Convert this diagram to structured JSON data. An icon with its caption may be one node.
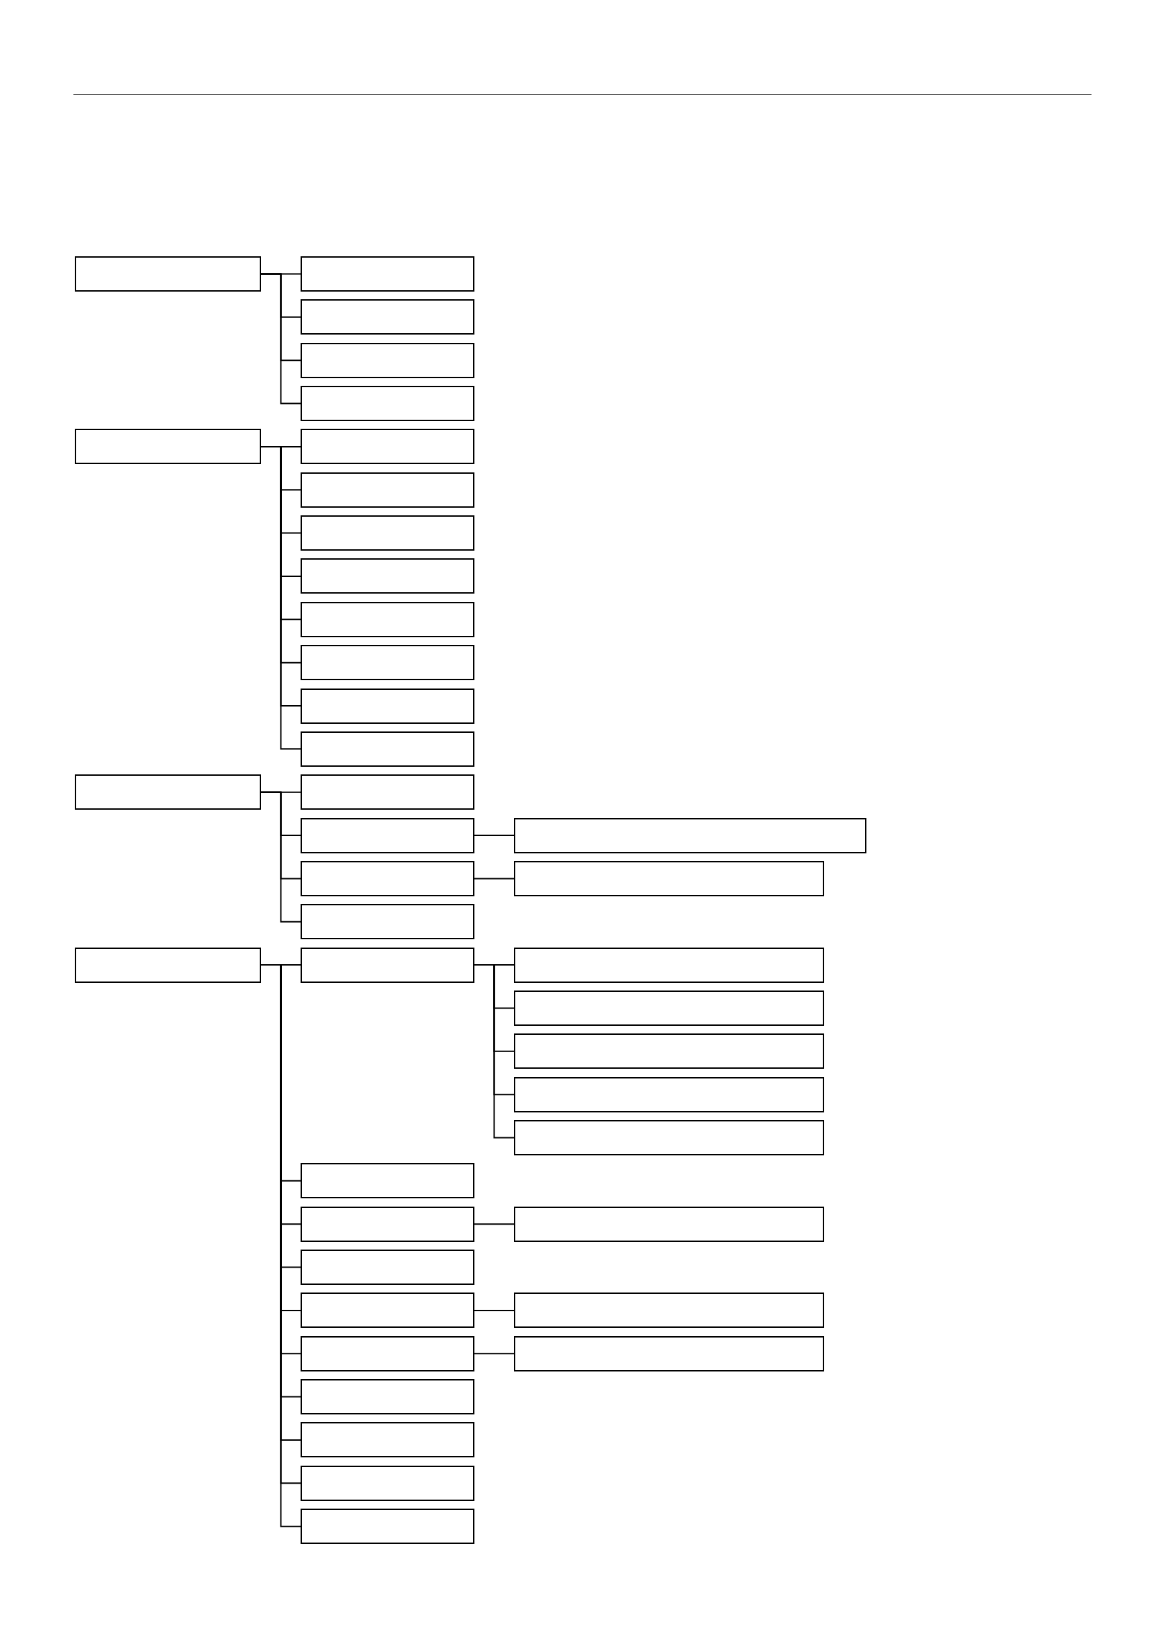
{
  "diagram": {
    "nodes": [
      {
        "text": [],
        "shape": "box"
      },
      {
        "text": [],
        "shape": "box"
      },
      {
        "text": [],
        "shape": "box"
      },
      {
        "text": [],
        "shape": "box"
      },
      {
        "text": [],
        "shape": "box"
      },
      {
        "text": [],
        "shape": "box"
      },
      {
        "text": [],
        "shape": "box"
      },
      {
        "text": [],
        "shape": "box"
      },
      {
        "text": [],
        "shape": "box"
      },
      {
        "text": [],
        "shape": "box"
      },
      {
        "text": [],
        "shape": "box"
      },
      {
        "text": [],
        "shape": "box"
      },
      {
        "text": [],
        "shape": "box"
      },
      {
        "text": [],
        "shape": "box"
      },
      {
        "text": [],
        "shape": "box"
      },
      {
        "text": [],
        "shape": "box"
      },
      {
        "text": [],
        "shape": "box"
      },
      {
        "text": [],
        "shape": "box"
      },
      {
        "text": [],
        "shape": "box"
      },
      {
        "text": [],
        "shape": "box"
      },
      {
        "text": [],
        "shape": "box"
      },
      {
        "text": [],
        "shape": "box"
      },
      {
        "text": [],
        "shape": "box"
      },
      {
        "text": [],
        "shape": "box"
      },
      {
        "text": [],
        "shape": "box"
      },
      {
        "text": [],
        "shape": "box"
      },
      {
        "text": [],
        "shape": "box"
      },
      {
        "text": [],
        "shape": "box"
      },
      {
        "text": [],
        "shape": "box"
      },
      {
        "text": [],
        "shape": "box"
      },
      {
        "text": [],
        "shape": "box"
      },
      {
        "text": [],
        "shape": "box"
      },
      {
        "text": [],
        "shape": "box"
      },
      {
        "text": [],
        "shape": "box"
      },
      {
        "text": [],
        "shape": "box"
      },
      {
        "text": [],
        "shape": "box"
      },
      {
        "text": [],
        "shape": "box"
      },
      {
        "text": [],
        "shape": "box"
      },
      {
        "text": [],
        "shape": "box"
      },
      {
        "text": [],
        "shape": "box"
      }
    ],
    "edges": [
      {
        "from": 0,
        "to": 1,
        "arrow": "none"
      },
      {
        "from": 0,
        "to": 2,
        "arrow": "none"
      },
      {
        "from": 0,
        "to": 3,
        "arrow": "none"
      },
      {
        "from": 0,
        "to": 4,
        "arrow": "none"
      },
      {
        "from": 5,
        "to": 6,
        "arrow": "none"
      },
      {
        "from": 5,
        "to": 7,
        "arrow": "none"
      },
      {
        "from": 5,
        "to": 8,
        "arrow": "none"
      },
      {
        "from": 5,
        "to": 9,
        "arrow": "none"
      },
      {
        "from": 5,
        "to": 10,
        "arrow": "none"
      },
      {
        "from": 5,
        "to": 11,
        "arrow": "none"
      },
      {
        "from": 5,
        "to": 12,
        "arrow": "none"
      },
      {
        "from": 5,
        "to": 13,
        "arrow": "none"
      },
      {
        "from": 14,
        "to": 15,
        "arrow": "none"
      },
      {
        "from": 14,
        "to": 16,
        "arrow": "none"
      },
      {
        "from": 16,
        "to": 17,
        "arrow": "none"
      },
      {
        "from": 14,
        "to": 18,
        "arrow": "none"
      },
      {
        "from": 18,
        "to": 19,
        "arrow": "none"
      },
      {
        "from": 14,
        "to": 20,
        "arrow": "none"
      },
      {
        "from": 21,
        "to": 22,
        "arrow": "none"
      },
      {
        "from": 22,
        "to": 23,
        "arrow": "none"
      },
      {
        "from": 22,
        "to": 24,
        "arrow": "none"
      },
      {
        "from": 22,
        "to": 25,
        "arrow": "none"
      },
      {
        "from": 22,
        "to": 26,
        "arrow": "none"
      },
      {
        "from": 22,
        "to": 27,
        "arrow": "none"
      },
      {
        "from": 21,
        "to": 28,
        "arrow": "none"
      },
      {
        "from": 21,
        "to": 29,
        "arrow": "none"
      },
      {
        "from": 29,
        "to": 30,
        "arrow": "none"
      },
      {
        "from": 21,
        "to": 31,
        "arrow": "none"
      },
      {
        "from": 21,
        "to": 32,
        "arrow": "none"
      },
      {
        "from": 32,
        "to": 33,
        "arrow": "none"
      },
      {
        "from": 21,
        "to": 34,
        "arrow": "none"
      },
      {
        "from": 34,
        "to": 35,
        "arrow": "none"
      },
      {
        "from": 21,
        "to": 36,
        "arrow": "none"
      },
      {
        "from": 21,
        "to": 37,
        "arrow": "none"
      },
      {
        "from": 21,
        "to": 38,
        "arrow": "none"
      },
      {
        "from": 21,
        "to": 39,
        "arrow": "none"
      }
    ]
  }
}
